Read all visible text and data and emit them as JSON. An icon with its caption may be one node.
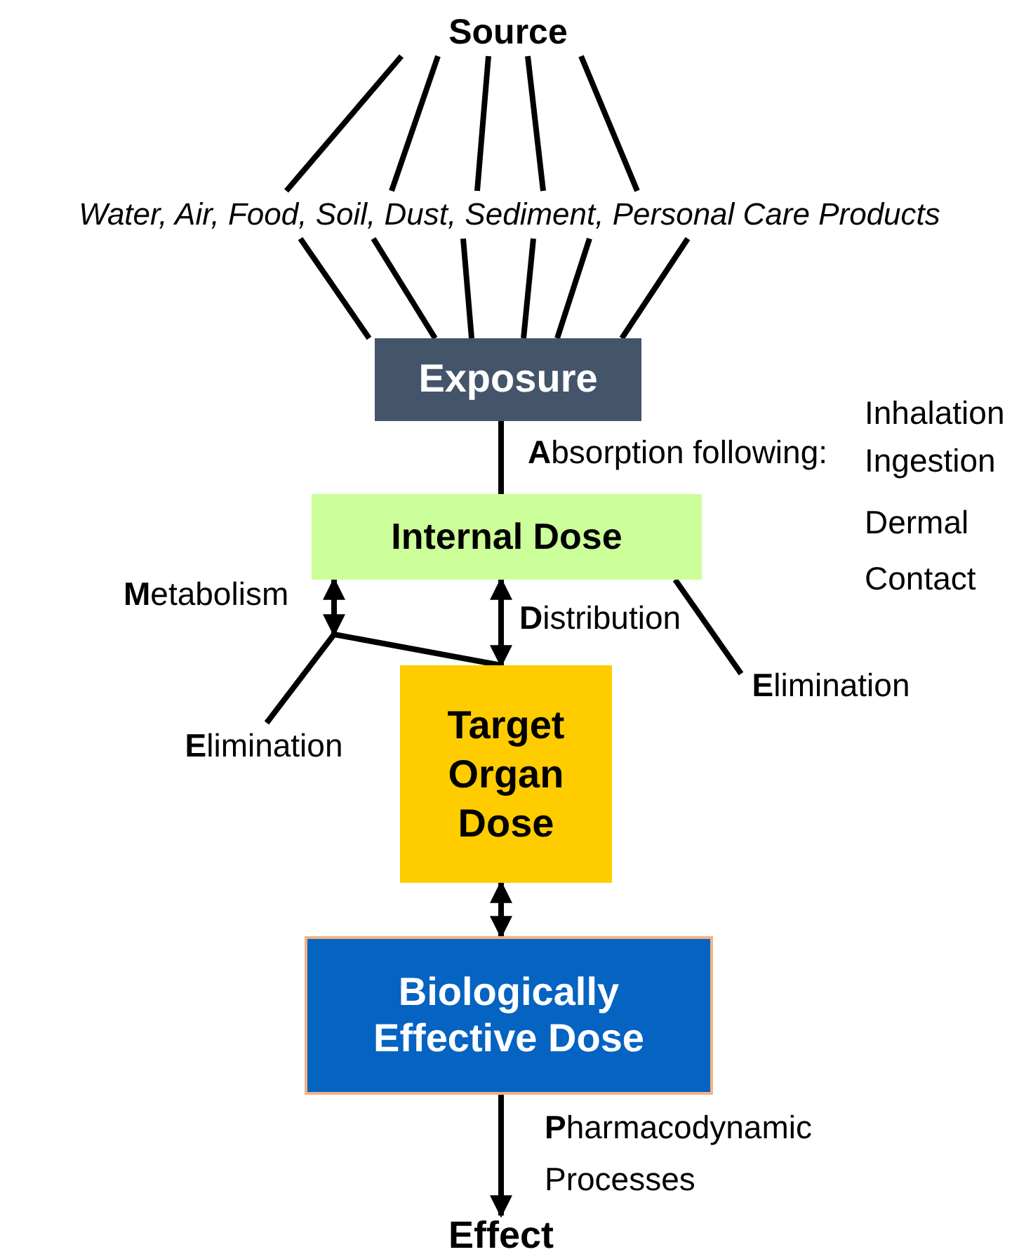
{
  "diagram": {
    "nodes": [
      {
        "text": [
          "Source"
        ]
      },
      {
        "text": [
          "Water, Air, Food, Soil, Dust, Sediment, Personal Care Products"
        ]
      },
      {
        "text": [
          "Exposure"
        ]
      },
      {
        "text": [
          "Internal Dose"
        ]
      },
      {
        "text": [
          "Target Organ Dose"
        ]
      },
      {
        "text": [
          "Biologically Effective Dose"
        ]
      },
      {
        "text": [
          "Effect"
        ]
      },
      {
        "text": [
          "**E**limination"
        ]
      },
      {
        "text": [
          "**E**limination"
        ]
      }
    ],
    "edges": [
      {
        "from": 0,
        "to": 1,
        "arrow": "none"
      },
      {
        "from": 0,
        "to": 1,
        "arrow": "none"
      },
      {
        "from": 0,
        "to": 1,
        "arrow": "none"
      },
      {
        "from": 0,
        "to": 1,
        "arrow": "none"
      },
      {
        "from": 0,
        "to": 1,
        "arrow": "none"
      },
      {
        "from": 1,
        "to": 2,
        "arrow": "none"
      },
      {
        "from": 1,
        "to": 2,
        "arrow": "none"
      },
      {
        "from": 1,
        "to": 2,
        "arrow": "none"
      },
      {
        "from": 1,
        "to": 2,
        "arrow": "none"
      },
      {
        "from": 1,
        "to": 2,
        "arrow": "none"
      },
      {
        "from": 1,
        "to": 2,
        "arrow": "none"
      },
      {
        "from": 2,
        "to": 3,
        "arrow": "none",
        "label": "**A**bsorption following:"
      },
      {
        "from": 3,
        "to": 4,
        "arrow": "both",
        "label": "**D**istribution"
      },
      {
        "from": 3,
        "to": 7,
        "arrow": "none"
      },
      {
        "from": 3,
        "to": null,
        "arrow": "both",
        "label": "**M**etabolism"
      },
      {
        "from": 4,
        "to": 8,
        "arrow": "none"
      },
      {
        "from": 4,
        "to": 5,
        "arrow": "both"
      },
      {
        "from": 5,
        "to": 6,
        "arrow": "to",
        "label": "**P**harmacodynamic Processes"
      }
    ],
    "labels": [
      "Inhalation",
      "Ingestion",
      "Dermal Contact"
    ]
  }
}
